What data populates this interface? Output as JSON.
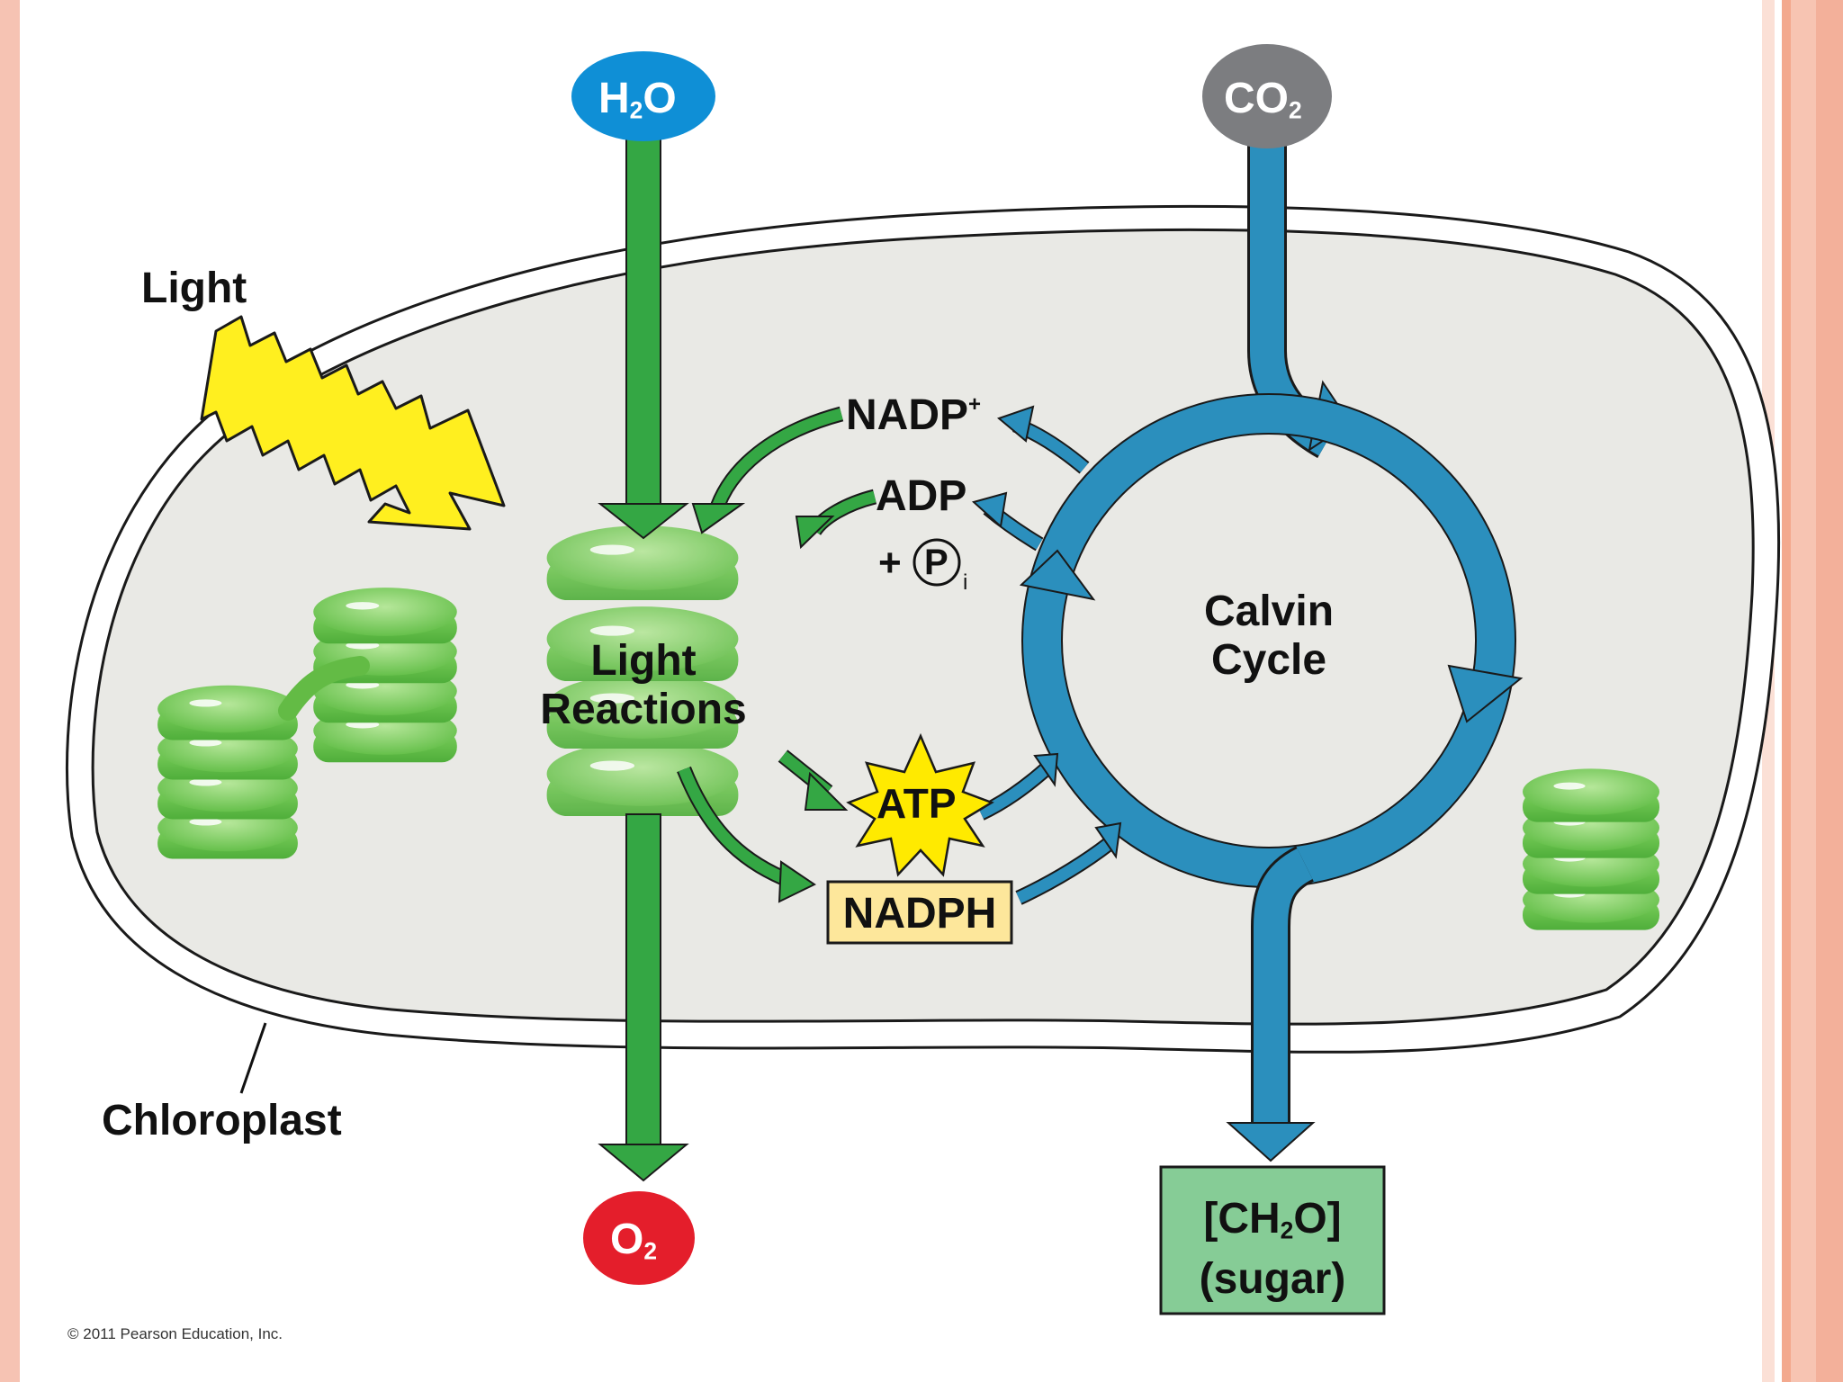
{
  "molecules": {
    "water": {
      "main": "H",
      "sub": "2",
      "tail": "O",
      "color": "#0f8fd6"
    },
    "carbon_dioxide": {
      "main": "CO",
      "sub": "2",
      "color": "#7c7d80"
    },
    "oxygen": {
      "main": "O",
      "sub": "2",
      "color": "#e41e2b"
    }
  },
  "labels": {
    "light": "Light",
    "chloroplast": "Chloroplast",
    "light_reactions_line1": "Light",
    "light_reactions_line2": "Reactions",
    "calvin_line1": "Calvin",
    "calvin_line2": "Cycle",
    "nadp": "NADP",
    "nadp_sup": "+",
    "adp": "ADP",
    "plus": "+",
    "p_symbol": "P",
    "p_sub": "i",
    "atp": "ATP",
    "nadph": "NADPH",
    "sugar_formula_a": "[CH",
    "sugar_formula_sub": "2",
    "sugar_formula_b": "O]",
    "sugar_name": "(sugar)",
    "copyright": "© 2011 Pearson Education, Inc."
  },
  "colors": {
    "green_arrow": "#34a744",
    "blue_arrow": "#2b8fbd",
    "stroma": "#e9e9e5",
    "thylakoid": "#7fcf5e",
    "atp_star": "#ffea00",
    "nadph_box": "#fde79b",
    "sugar_box": "#86cc96",
    "lightning": "#ffef1f",
    "border": "#f4b9a5"
  }
}
